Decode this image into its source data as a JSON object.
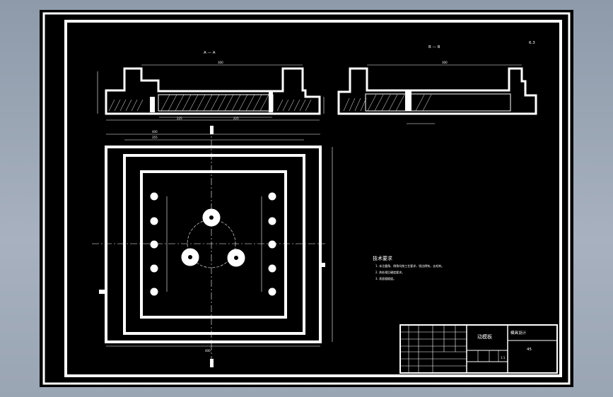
{
  "colors": {
    "background": "#9aa5b4",
    "sheet": "#000000",
    "line": "#ffffff"
  },
  "views": {
    "section_a_label": "A — A",
    "section_b_label": "B — B",
    "roughness_mark": "6.3"
  },
  "notes": {
    "heading": "技术要求",
    "lines": [
      "1. 未注圆角、倒角均按工艺要求，锐边倒钝，去毛刺。",
      "2. 热处理后硬度要求。",
      "3. 表面粗糙度。"
    ]
  },
  "title_block": {
    "part_name": "动模板",
    "material": "45",
    "drawing_no": "模具设计",
    "scale": "1:1"
  }
}
